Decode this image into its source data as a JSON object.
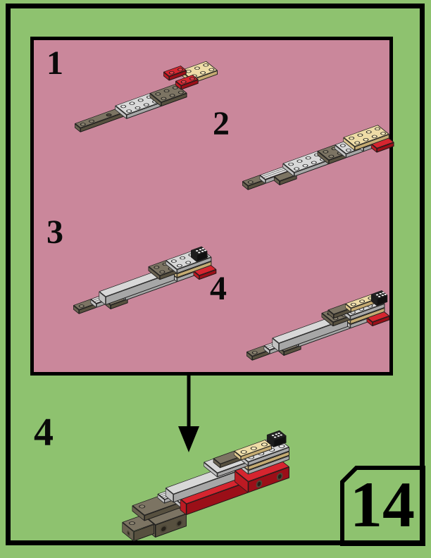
{
  "page": {
    "number": "14",
    "background_color": "#8ec26f",
    "panel_color": "#ca879b",
    "border_color": "#000000"
  },
  "steps_panel": {
    "steps": [
      {
        "label": "1"
      },
      {
        "label": "2"
      },
      {
        "label": "3"
      },
      {
        "label": "4"
      }
    ]
  },
  "final_step": {
    "label": "4"
  },
  "icons": {
    "down_arrow": "assembly-direction-arrow"
  },
  "palette": {
    "brick_olive": "#7c7463",
    "brick_gray": "#d8d8d8",
    "brick_tan": "#eedca6",
    "brick_red": "#d6252f",
    "brick_black": "#2c2c2c"
  }
}
